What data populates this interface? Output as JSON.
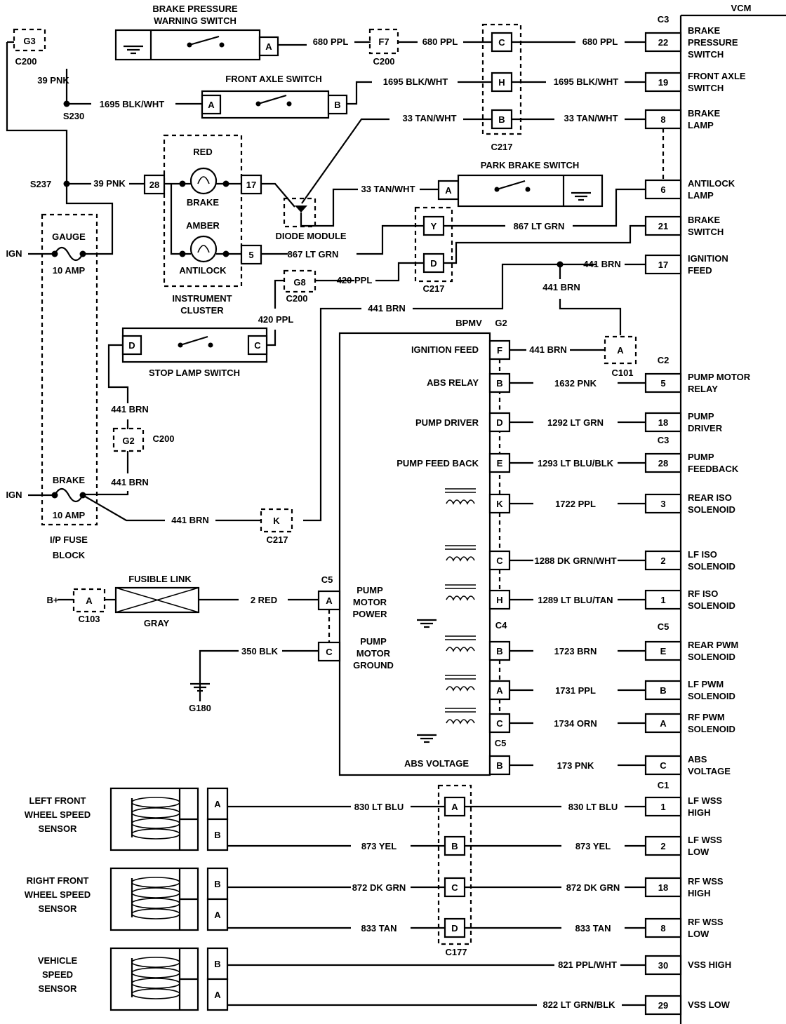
{
  "title": "VCM",
  "components": {
    "brake_pressure_switch": [
      "BRAKE PRESSURE",
      "WARNING SWITCH"
    ],
    "front_axle_switch": "FRONT AXLE SWITCH",
    "park_brake_switch": "PARK BRAKE SWITCH",
    "diode_module": "DIODE MODULE",
    "instrument_cluster": [
      "INSTRUMENT",
      "CLUSTER"
    ],
    "cluster_lamps": [
      "RED",
      "BRAKE",
      "AMBER",
      "ANTILOCK"
    ],
    "stop_lamp_switch": "STOP LAMP SWITCH",
    "fuse_block": [
      "I/P FUSE",
      "BLOCK"
    ],
    "fuses": [
      [
        "GAUGE",
        "10 AMP"
      ],
      [
        "BRAKE",
        "10 AMP"
      ]
    ],
    "ign": "IGN",
    "fusible_link": [
      "FUSIBLE LINK",
      "GRAY"
    ],
    "battery": "B+",
    "bpmv": "BPMV",
    "bpmv_functions": [
      "IGNITION FEED",
      "ABS RELAY",
      "PUMP DRIVER",
      "PUMP FEED BACK",
      "ABS VOLTAGE"
    ],
    "pump_motor_power": [
      "PUMP",
      "MOTOR",
      "POWER"
    ],
    "pump_motor_ground": [
      "PUMP",
      "MOTOR",
      "GROUND"
    ],
    "sensors": [
      [
        "LEFT FRONT",
        "WHEEL SPEED",
        "SENSOR"
      ],
      [
        "RIGHT FRONT",
        "WHEEL SPEED",
        "SENSOR"
      ],
      [
        "VEHICLE",
        "SPEED",
        "SENSOR"
      ]
    ]
  },
  "connectors": [
    "G3",
    "C200",
    "F7",
    "C200",
    "C217",
    "C3",
    "S230",
    "S237",
    "G8",
    "C200",
    "G2",
    "C200",
    "C217",
    "C101",
    "C2",
    "C3",
    "C5",
    "C4",
    "C5",
    "C103",
    "G180",
    "C177",
    "C1",
    "C5",
    "G2",
    "C217",
    "C217",
    "C5"
  ],
  "pins": [
    "A",
    "B",
    "C",
    "D",
    "E",
    "F",
    "H",
    "K",
    "Y",
    "28",
    "17",
    "5",
    "22",
    "19",
    "6",
    "8",
    "21",
    "18",
    "3",
    "2",
    "1",
    "30",
    "29",
    "G8",
    "G2",
    "G3",
    "F7"
  ],
  "wires": [
    "39 PNK",
    "1695 BLK/WHT",
    "33 TAN/WHT",
    "680 PPL",
    "867 LT GRN",
    "420 PPL",
    "441 BRN",
    "1632 PNK",
    "1292 LT GRN",
    "1293 LT BLU/BLK",
    "1722 PPL",
    "1288 DK GRN/WHT",
    "1289 LT BLU/TAN",
    "1723 BRN",
    "1731 PPL",
    "1734 ORN",
    "173 PNK",
    "2 RED",
    "350 BLK",
    "830 LT BLU",
    "873 YEL",
    "872 DK GRN",
    "833 TAN",
    "821 PPL/WHT",
    "822 LT GRN/BLK"
  ],
  "vcm_functions": [
    [
      "BRAKE",
      "PRESSURE",
      "SWITCH"
    ],
    [
      "FRONT AXLE",
      "SWITCH"
    ],
    [
      "BRAKE",
      "LAMP"
    ],
    [
      "ANTILOCK",
      "LAMP"
    ],
    [
      "BRAKE",
      "SWITCH"
    ],
    [
      "IGNITION",
      "FEED"
    ],
    [
      "PUMP MOTOR",
      "RELAY"
    ],
    [
      "PUMP",
      "DRIVER"
    ],
    [
      "PUMP",
      "FEEDBACK"
    ],
    [
      "REAR ISO",
      "SOLENOID"
    ],
    [
      "LF ISO",
      "SOLENOID"
    ],
    [
      "RF ISO",
      "SOLENOID"
    ],
    [
      "REAR PWM",
      "SOLENOID"
    ],
    [
      "LF PWM",
      "SOLENOID"
    ],
    [
      "RF PWM",
      "SOLENOID"
    ],
    [
      "ABS",
      "VOLTAGE"
    ],
    [
      "LF WSS",
      "HIGH"
    ],
    [
      "LF WSS",
      "LOW"
    ],
    [
      "RF WSS",
      "HIGH"
    ],
    [
      "RF WSS",
      "LOW"
    ],
    [
      "VSS HIGH"
    ],
    [
      "VSS LOW"
    ]
  ]
}
